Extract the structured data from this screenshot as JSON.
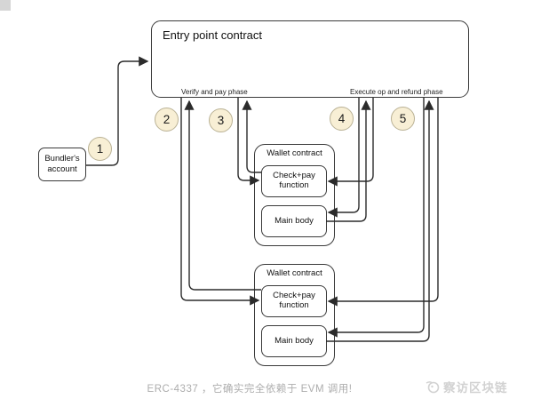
{
  "entry_point": {
    "title": "Entry point contract",
    "phase_verify": "Verify and pay phase",
    "phase_execute": "Execute op and refund phase"
  },
  "bundler": {
    "label": "Bundler's account"
  },
  "steps": [
    "1",
    "2",
    "3",
    "4",
    "5"
  ],
  "wallets": [
    {
      "title": "Wallet contract",
      "check_pay": "Check+pay function",
      "main_body": "Main body"
    },
    {
      "title": "Wallet contract",
      "check_pay": "Check+pay function",
      "main_body": "Main body"
    }
  ],
  "caption": "ERC-4337 ，它确实完全依赖于 EVM 调用!",
  "watermark": "察访区块链",
  "colors": {
    "line": "#2b2b2b",
    "circle_fill": "#f8efd5",
    "circle_border": "#b9b194",
    "caption_text": "#adadad",
    "watermark_text": "#d2d2d2",
    "corner_square": "#d6d6d6"
  }
}
